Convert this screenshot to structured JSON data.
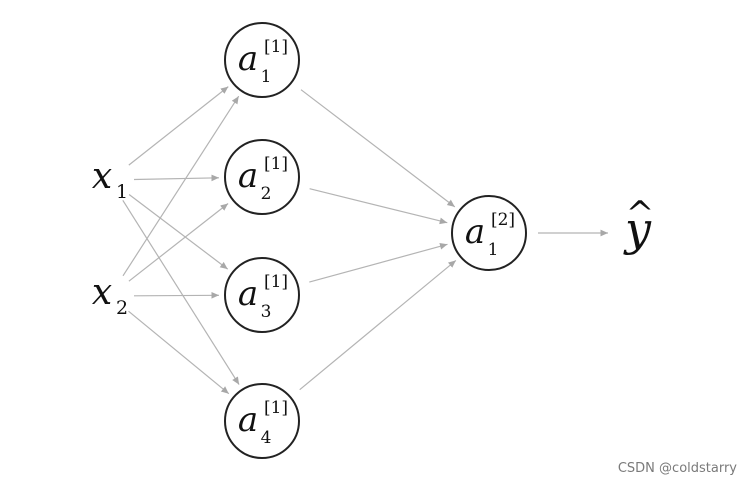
{
  "diagram": {
    "inputs": [
      {
        "id": "x1",
        "symbol": "x",
        "subscript": "1"
      },
      {
        "id": "x2",
        "symbol": "x",
        "subscript": "2"
      }
    ],
    "hidden_layer": {
      "superscript": "[1]",
      "nodes": [
        {
          "id": "h1",
          "symbol": "a",
          "subscript": "1"
        },
        {
          "id": "h2",
          "symbol": "a",
          "subscript": "2"
        },
        {
          "id": "h3",
          "symbol": "a",
          "subscript": "3"
        },
        {
          "id": "h4",
          "symbol": "a",
          "subscript": "4"
        }
      ]
    },
    "output_layer": {
      "superscript": "[2]",
      "nodes": [
        {
          "id": "o1",
          "symbol": "a",
          "subscript": "1"
        }
      ]
    },
    "prediction": {
      "symbol": "y",
      "accent": "^"
    },
    "edges": [
      [
        "x1",
        "h1"
      ],
      [
        "x1",
        "h2"
      ],
      [
        "x1",
        "h3"
      ],
      [
        "x1",
        "h4"
      ],
      [
        "x2",
        "h1"
      ],
      [
        "x2",
        "h2"
      ],
      [
        "x2",
        "h3"
      ],
      [
        "x2",
        "h4"
      ],
      [
        "h1",
        "o1"
      ],
      [
        "h2",
        "o1"
      ],
      [
        "h3",
        "o1"
      ],
      [
        "h4",
        "o1"
      ],
      [
        "o1",
        "yhat"
      ]
    ]
  },
  "watermark": "CSDN @coldstarry",
  "colors": {
    "edge": "#b4b4b4",
    "node_stroke": "#222222",
    "text": "#111111",
    "watermark": "#7a7a7a"
  }
}
